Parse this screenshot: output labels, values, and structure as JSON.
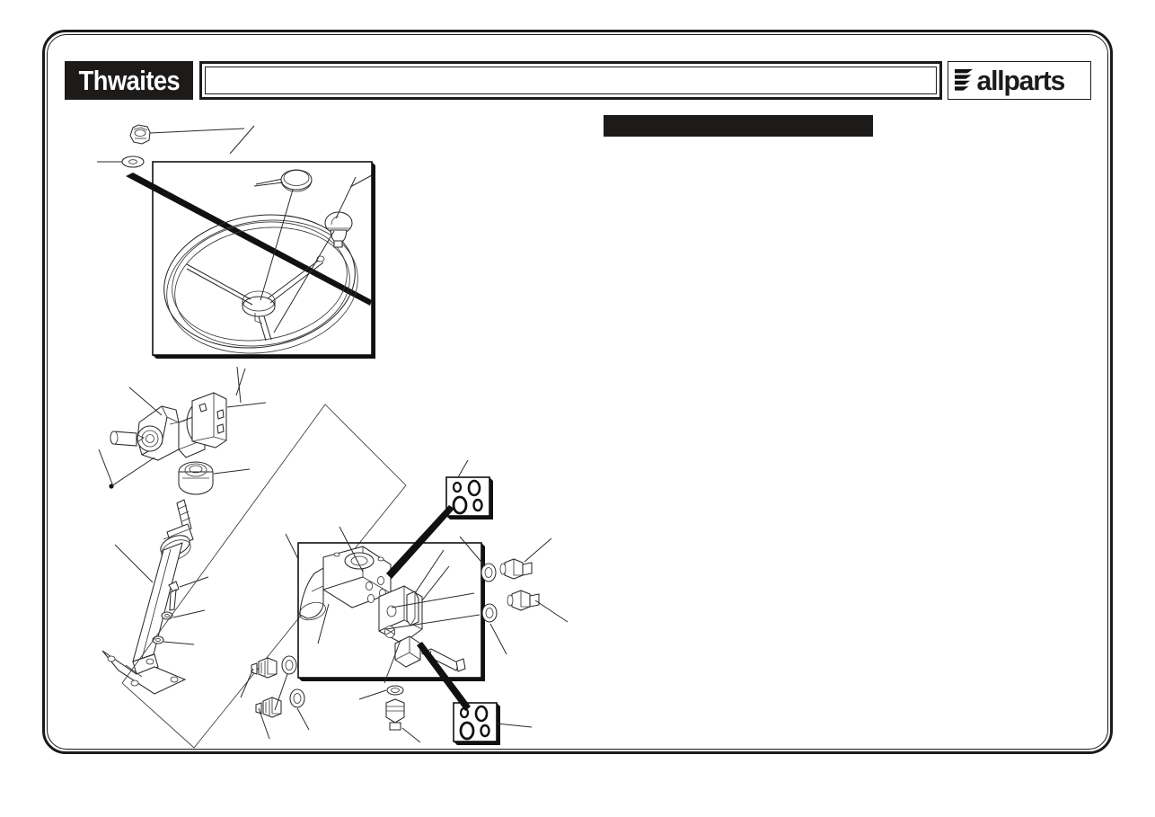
{
  "page": {
    "background_color": "#ffffff",
    "border_color": "#1a1a1a"
  },
  "header": {
    "brand_label": "Thwaites",
    "brand_bg_color": "#1d1a1a",
    "brand_text_color": "#ffffff",
    "title_value": "",
    "title_placeholder": "",
    "supplier_label": "allparts",
    "supplier_mark_name": "chevron-stripes-icon"
  },
  "section": {
    "title_label": "",
    "bar_color": "#1d1a1a"
  },
  "diagram": {
    "name": "steering-assembly-exploded-view",
    "detail_boxes": [
      {
        "name": "steering-wheel-detail-box",
        "label": ""
      },
      {
        "name": "steering-valve-detail-box",
        "label": ""
      },
      {
        "name": "seal-kit-callout-upper",
        "label": ""
      },
      {
        "name": "seal-kit-callout-lower",
        "label": ""
      }
    ],
    "parts": [
      {
        "name": "steering-wheel-nut",
        "label": ""
      },
      {
        "name": "steering-wheel-washer",
        "label": ""
      },
      {
        "name": "steering-wheel",
        "label": ""
      },
      {
        "name": "steering-wheel-cap",
        "label": ""
      },
      {
        "name": "steering-wheel-knob",
        "label": ""
      },
      {
        "name": "ignition-switch",
        "label": ""
      },
      {
        "name": "column-clamp-bracket",
        "label": ""
      },
      {
        "name": "column-bearing",
        "label": ""
      },
      {
        "name": "steering-column-shaft",
        "label": ""
      },
      {
        "name": "steering-column-tube",
        "label": ""
      },
      {
        "name": "column-base-flange",
        "label": ""
      },
      {
        "name": "column-bolt",
        "label": ""
      },
      {
        "name": "column-washer-upper",
        "label": ""
      },
      {
        "name": "column-washer-lower",
        "label": ""
      },
      {
        "name": "steering-valve-orbitrol",
        "label": ""
      },
      {
        "name": "valve-manifold-block",
        "label": ""
      },
      {
        "name": "valve-mounting-bolt",
        "label": ""
      },
      {
        "name": "hydraulic-adapter-upper",
        "label": ""
      },
      {
        "name": "hydraulic-adapter-lower",
        "label": ""
      },
      {
        "name": "sealing-washer-upper",
        "label": ""
      },
      {
        "name": "sealing-washer-lower",
        "label": ""
      },
      {
        "name": "hydraulic-fitting-left-upper",
        "label": ""
      },
      {
        "name": "hydraulic-fitting-left-lower",
        "label": ""
      },
      {
        "name": "bonded-seal-left-upper",
        "label": ""
      },
      {
        "name": "bonded-seal-left-lower",
        "label": ""
      },
      {
        "name": "return-port-fitting",
        "label": ""
      },
      {
        "name": "return-port-seal",
        "label": ""
      }
    ]
  }
}
